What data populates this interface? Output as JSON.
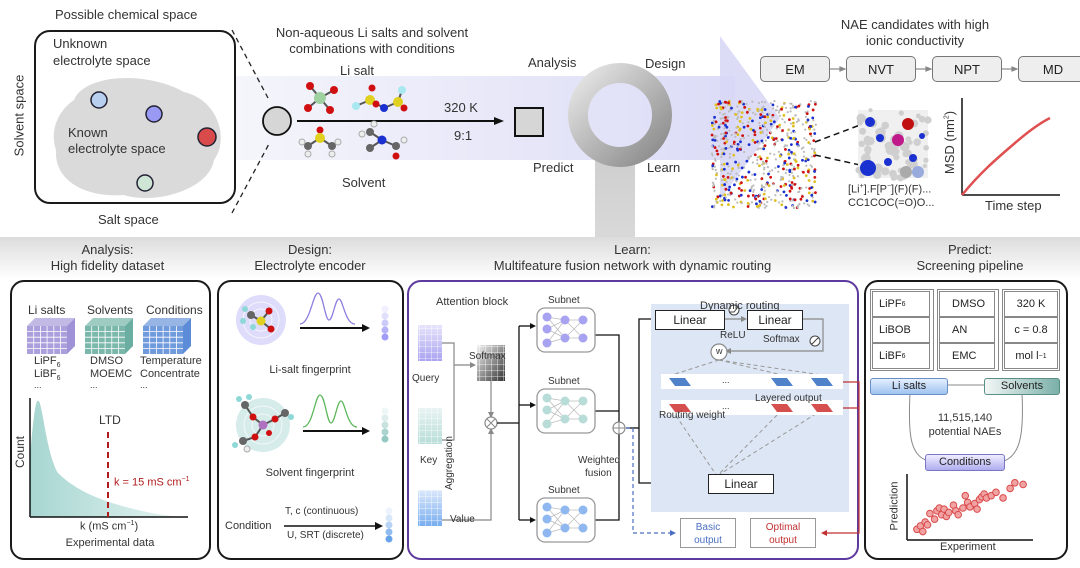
{
  "top": {
    "chemical_space": {
      "title": "Possible chemical space",
      "unknown_label_1": "Unknown",
      "unknown_label_2": "electrolyte space",
      "known_label_1": "Known",
      "known_label_2": "electrolyte space",
      "y_axis_label": "Solvent space",
      "x_axis_label": "Salt space",
      "point_colors": [
        "#b9cff0",
        "#9a9af5",
        "#d94b4b",
        "#cfe6d6"
      ]
    },
    "combinations": {
      "title_1": "Non-aqueous Li salts and solvent",
      "title_2": "combinations with conditions",
      "li_salt_label": "Li salt",
      "solvent_label": "Solvent",
      "temperature": "320 K",
      "ratio": "9:1"
    },
    "cycle": {
      "analysis": "Analysis",
      "design": "Design",
      "predict": "Predict",
      "learn": "Learn"
    },
    "md": {
      "title_1": "NAE candidates with high",
      "title_2": "ionic conductivity",
      "steps": [
        "EM",
        "NVT",
        "NPT",
        "MD"
      ],
      "smiles_1": "[Li",
      "smiles_1b": "].F[P",
      "smiles_1c": "](F)(F)...",
      "smiles_2": "CC1COC(=O)O...",
      "msd_ylabel": "MSD (nm",
      "msd_xlabel": "Time step"
    }
  },
  "analysis_panel": {
    "header_1": "Analysis:",
    "header_2": "High fidelity dataset",
    "columns": [
      {
        "title": "Li salts",
        "items": [
          "LiPF",
          "LiBF",
          "..."
        ],
        "subs": [
          "6",
          "6",
          ""
        ],
        "color": "#8f7fd0"
      },
      {
        "title": "Solvents",
        "items": [
          "DMSO",
          "MOEMC",
          "..."
        ],
        "subs": [
          "",
          "",
          ""
        ],
        "color": "#4fa08f"
      },
      {
        "title": "Conditions",
        "items": [
          "Temperature",
          "Concentrate",
          "..."
        ],
        "subs": [
          "",
          "",
          ""
        ],
        "color": "#3f78d0"
      }
    ],
    "threshold_label": "LTD",
    "threshold_text": "k = 15 mS cm",
    "ylabel": "Count",
    "xlabel": "k (mS cm",
    "caption": "Experimental data"
  },
  "design_panel": {
    "header_1": "Design:",
    "header_2": "Electrolyte encoder",
    "li_salt_fp": "Li-salt fingerprint",
    "solvent_fp": "Solvent fingerprint",
    "condition_label": "Condition",
    "continuous": "T, c (continuous)",
    "discrete": "U, SRT (discrete)"
  },
  "learn_panel": {
    "header_1": "Learn:",
    "header_2": "Multifeature fusion network with dynamic routing",
    "attention_block": "Attention block",
    "query": "Query",
    "key": "Key",
    "value": "Value",
    "softmax": "Softmax",
    "aggregation": "Aggregation",
    "subnet": "Subnet",
    "weighted_fusion_1": "Weighted",
    "weighted_fusion_2": "fusion",
    "dynamic_routing": "Dynamic routing",
    "linear": "Linear",
    "relu": "ReLU",
    "softmax2": "Softmax",
    "w": "w",
    "ellipsis": "...",
    "routing_weight": "Routing weight",
    "layered_output": "Layered output",
    "basic_output_1": "Basic",
    "basic_output_2": "output",
    "optimal_output_1": "Optimal",
    "optimal_output_2": "output"
  },
  "predict_panel": {
    "header_1": "Predict:",
    "header_2": "Screening pipeline",
    "salts": [
      "LiPF",
      "LiBOB",
      "LiBF"
    ],
    "salt_subs": [
      "6",
      "",
      "6"
    ],
    "solvents": [
      "DMSO",
      "AN",
      "EMC"
    ],
    "conditions": [
      "320 K",
      "c = 0.8",
      "mol l"
    ],
    "li_salts_tag": "Li salts",
    "solvents_tag": "Solvents",
    "conditions_tag": "Conditions",
    "count_1": "11,515,140",
    "count_2": "potential NAEs",
    "ylabel": "Prediction",
    "xlabel": "Experiment"
  },
  "chart_data": [
    {
      "type": "area",
      "title": "Experimental data",
      "xlabel": "k (mS cm-1)",
      "ylabel": "Count",
      "annotation": "LTD: k = 15 mS cm-1",
      "description": "long-tail distribution peaking near low conductivity"
    },
    {
      "type": "line",
      "xlabel": "Time step",
      "ylabel": "MSD (nm2)",
      "description": "monotonically increasing, sublinear curve"
    },
    {
      "type": "scatter",
      "xlabel": "Experiment",
      "ylabel": "Prediction",
      "points": [
        [
          0.05,
          0.12
        ],
        [
          0.08,
          0.18
        ],
        [
          0.1,
          0.08
        ],
        [
          0.12,
          0.25
        ],
        [
          0.14,
          0.2
        ],
        [
          0.16,
          0.4
        ],
        [
          0.2,
          0.3
        ],
        [
          0.22,
          0.45
        ],
        [
          0.24,
          0.5
        ],
        [
          0.26,
          0.38
        ],
        [
          0.28,
          0.48
        ],
        [
          0.3,
          0.35
        ],
        [
          0.32,
          0.42
        ],
        [
          0.36,
          0.55
        ],
        [
          0.38,
          0.45
        ],
        [
          0.4,
          0.38
        ],
        [
          0.44,
          0.5
        ],
        [
          0.46,
          0.72
        ],
        [
          0.48,
          0.6
        ],
        [
          0.5,
          0.52
        ],
        [
          0.54,
          0.58
        ],
        [
          0.56,
          0.48
        ],
        [
          0.58,
          0.65
        ],
        [
          0.6,
          0.7
        ],
        [
          0.62,
          0.75
        ],
        [
          0.64,
          0.68
        ],
        [
          0.68,
          0.72
        ],
        [
          0.72,
          0.78
        ],
        [
          0.78,
          0.68
        ],
        [
          0.84,
          0.85
        ],
        [
          0.88,
          0.95
        ],
        [
          0.95,
          0.92
        ]
      ]
    }
  ]
}
